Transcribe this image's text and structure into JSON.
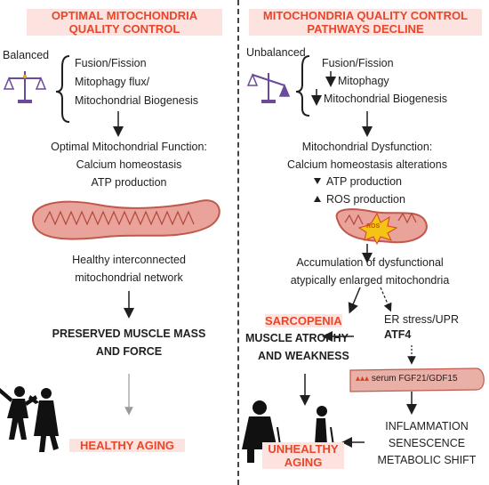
{
  "left": {
    "title_line1": "OPTIMAL MITOCHONDRIA",
    "title_line2": "QUALITY CONTROL",
    "balanced": "Balanced",
    "items": [
      "Fusion/Fission",
      "Mitophagy flux/",
      "Mitochondrial Biogenesis"
    ],
    "function": [
      "Optimal Mitochondrial Function:",
      "Calcium homeostasis",
      "ATP production"
    ],
    "network": [
      "Healthy interconnected",
      "mitochondrial network"
    ],
    "muscle": [
      "PRESERVED MUSCLE MASS",
      "AND FORCE"
    ],
    "outcome": "HEALTHY AGING"
  },
  "right": {
    "title_line1": "MITOCHONDRIA QUALITY CONTROL",
    "title_line2": "PATHWAYS DECLINE",
    "unbalanced": "Unbalanced",
    "items": [
      "Fusion/Fission",
      "Mitophagy",
      "Mitochondrial Biogenesis"
    ],
    "dysfunction": [
      "Mitochondrial Dysfunction:",
      "Calcium homeostasis alterations"
    ],
    "atp": "ATP production",
    "ros": "ROS production",
    "ros_label": "ROS",
    "accumulation": [
      "Accumulation of dysfunctional",
      "atypically enlarged mitochondria"
    ],
    "sarcopenia": "SARCOPENIA",
    "atrophy": [
      "MUSCLE ATROPHY",
      "AND WEAKNESS"
    ],
    "er_stress": "ER stress/UPR",
    "atf4": "ATF4",
    "serum_prefix": "serum",
    "serum_factor": "FGF21/GDF15",
    "effects": [
      "INFLAMMATION",
      "SENESCENCE",
      "METABOLIC SHIFT"
    ],
    "outcome_line1": "UNHEALTHY",
    "outcome_line2": "AGING"
  },
  "colors": {
    "accent_red": "#e8462a",
    "highlight_pink": "#fde3df",
    "mito_fill": "#e9a39a",
    "mito_outline": "#c0584c",
    "ros_yellow": "#f3c316"
  }
}
